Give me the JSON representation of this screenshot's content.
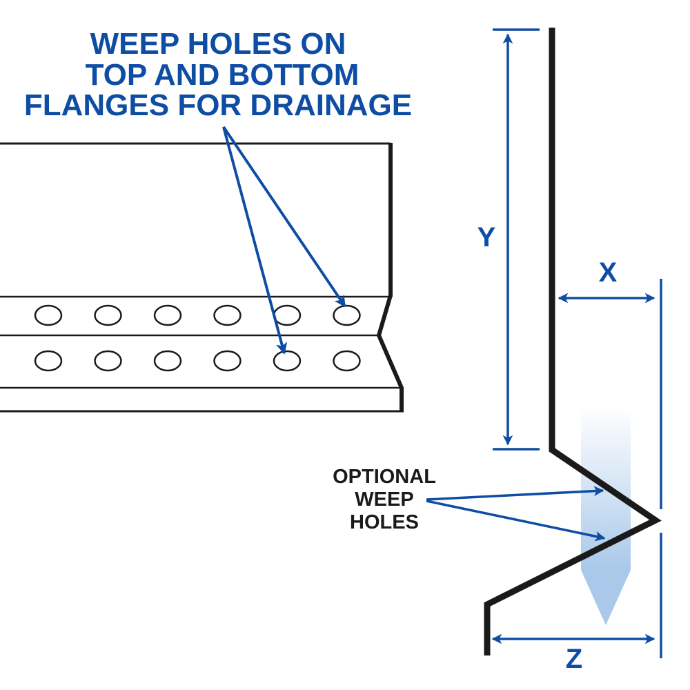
{
  "callout_top": {
    "lines": [
      "WEEP HOLES ON",
      "TOP AND BOTTOM",
      "FLANGES FOR DRAINAGE"
    ]
  },
  "callout_side": {
    "lines": [
      "OPTIONAL",
      "WEEP",
      "HOLES"
    ]
  },
  "dimensions": {
    "y_label": "Y",
    "x_label": "X",
    "z_label": "Z"
  },
  "weep_holes": {
    "top_row_count": 6,
    "bottom_row_count": 6
  },
  "colors": {
    "accent_blue": "#0e4da4",
    "line_black": "#1a1a1a",
    "flow_gradient_top": "#ffffff",
    "flow_gradient_bottom": "#a9c8ea"
  }
}
